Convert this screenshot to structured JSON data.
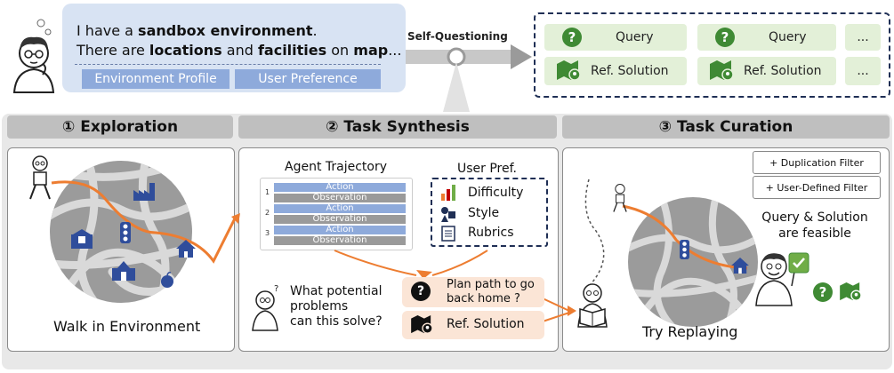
{
  "prompt": {
    "line1_pre": "I have a ",
    "line1_b1": "sandbox environment",
    "line1_post": ".",
    "line2_pre": "There are ",
    "line2_b1": "locations",
    "line2_mid": " and ",
    "line2_b2": "facilities",
    "line2_mid2": " on ",
    "line2_b3": "map",
    "line2_post": "...",
    "tags": [
      "Environment Profile",
      "User Preference"
    ]
  },
  "self_questioning": "Self-Questioning",
  "outputs": {
    "col1": {
      "query": "Query",
      "solution": "Ref. Solution"
    },
    "col2": {
      "query": "Query",
      "solution": "Ref. Solution"
    },
    "more1": "...",
    "more2": "..."
  },
  "stages": [
    {
      "title": "① Exploration",
      "caption": "Walk in Environment"
    },
    {
      "title": "② Task Synthesis"
    },
    {
      "title": "③ Task Curation",
      "caption": "Try Replaying"
    }
  ],
  "synthesis": {
    "agent_trajectory": "Agent Trajectory",
    "rows": [
      {
        "num": "1",
        "action": "Action",
        "observation": "Observation"
      },
      {
        "num": "2",
        "action": "Action",
        "observation": "Observation"
      },
      {
        "num": "3",
        "action": "Action",
        "observation": "Observation"
      }
    ],
    "user_pref": "User Pref.",
    "prefs": [
      "Difficulty",
      "Style",
      "Rubrics"
    ],
    "question": [
      "What potential",
      "problems",
      "can this solve?"
    ],
    "plan": [
      "Plan path to go",
      "back home ?"
    ],
    "ref_solution": "Ref. Solution"
  },
  "curation": {
    "filters": [
      "+ Duplication Filter",
      "+ User-Defined Filter"
    ],
    "feasible": [
      "Query & Solution",
      "are feasible"
    ]
  },
  "colors": {
    "orange": "#ed7d31",
    "green": "#3f8a34",
    "blue": "#4472c4",
    "map_bg": "#9b9b9b",
    "road": "#d9d9d9"
  }
}
